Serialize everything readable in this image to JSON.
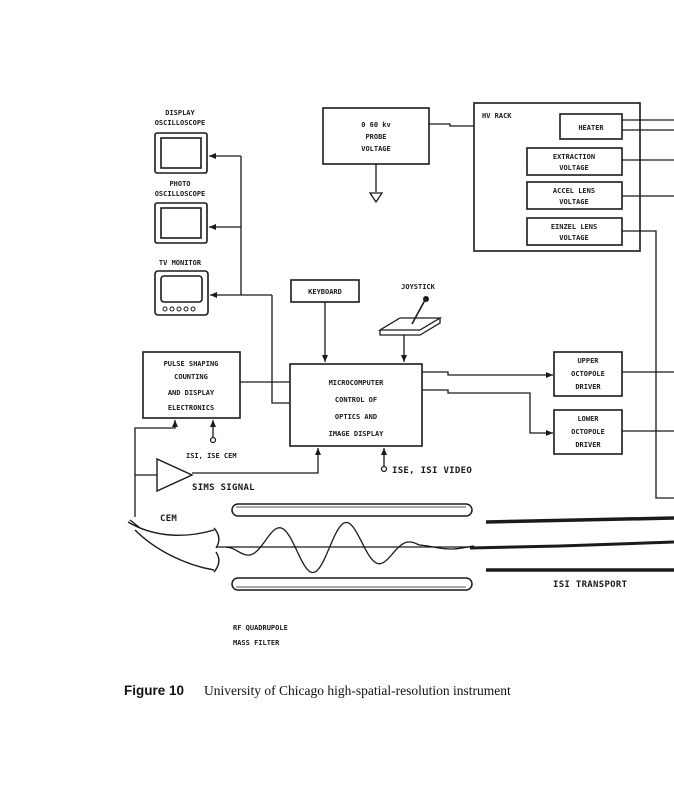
{
  "figure": {
    "number_label": "Figure 10",
    "caption": "University of Chicago high-spatial-resolution instrument"
  },
  "diagram": {
    "displays": {
      "display_osc": [
        "DISPLAY",
        "OSCILLOSCOPE"
      ],
      "photo_osc": [
        "PHOTO",
        "OSCILLOSCOPE"
      ],
      "tv_monitor": "TV MONITOR"
    },
    "probe_voltage": [
      "0  60 kv",
      "PROBE",
      "VOLTAGE"
    ],
    "hv_rack": {
      "title": "HV RACK",
      "modules": [
        [
          "HEATER"
        ],
        [
          "EXTRACTION",
          "VOLTAGE"
        ],
        [
          "ACCEL LENS",
          "VOLTAGE"
        ],
        [
          "EINZEL LENS",
          "VOLTAGE"
        ]
      ]
    },
    "keyboard": "KEYBOARD",
    "joystick": "JOYSTICK",
    "pulse_electronics": [
      "PULSE SHAPING",
      "COUNTING",
      "AND DISPLAY",
      "ELECTRONICS"
    ],
    "microcomputer": [
      "MICROCOMPUTER",
      "CONTROL OF",
      "OPTICS AND",
      "IMAGE DISPLAY"
    ],
    "upper_driver": [
      "UPPER",
      "OCTOPOLE",
      "DRIVER"
    ],
    "lower_driver": [
      "LOWER",
      "OCTOPOLE",
      "DRIVER"
    ],
    "isi_ise_cem": "ISI, ISE CEM",
    "ise_isi_video": "ISE, ISI VIDEO",
    "sims_signal": "SIMS SIGNAL",
    "cem": "CEM",
    "isi_transport": "ISI TRANSPORT",
    "mass_filter": [
      "RF QUADRUPOLE",
      "MASS FILTER"
    ]
  }
}
